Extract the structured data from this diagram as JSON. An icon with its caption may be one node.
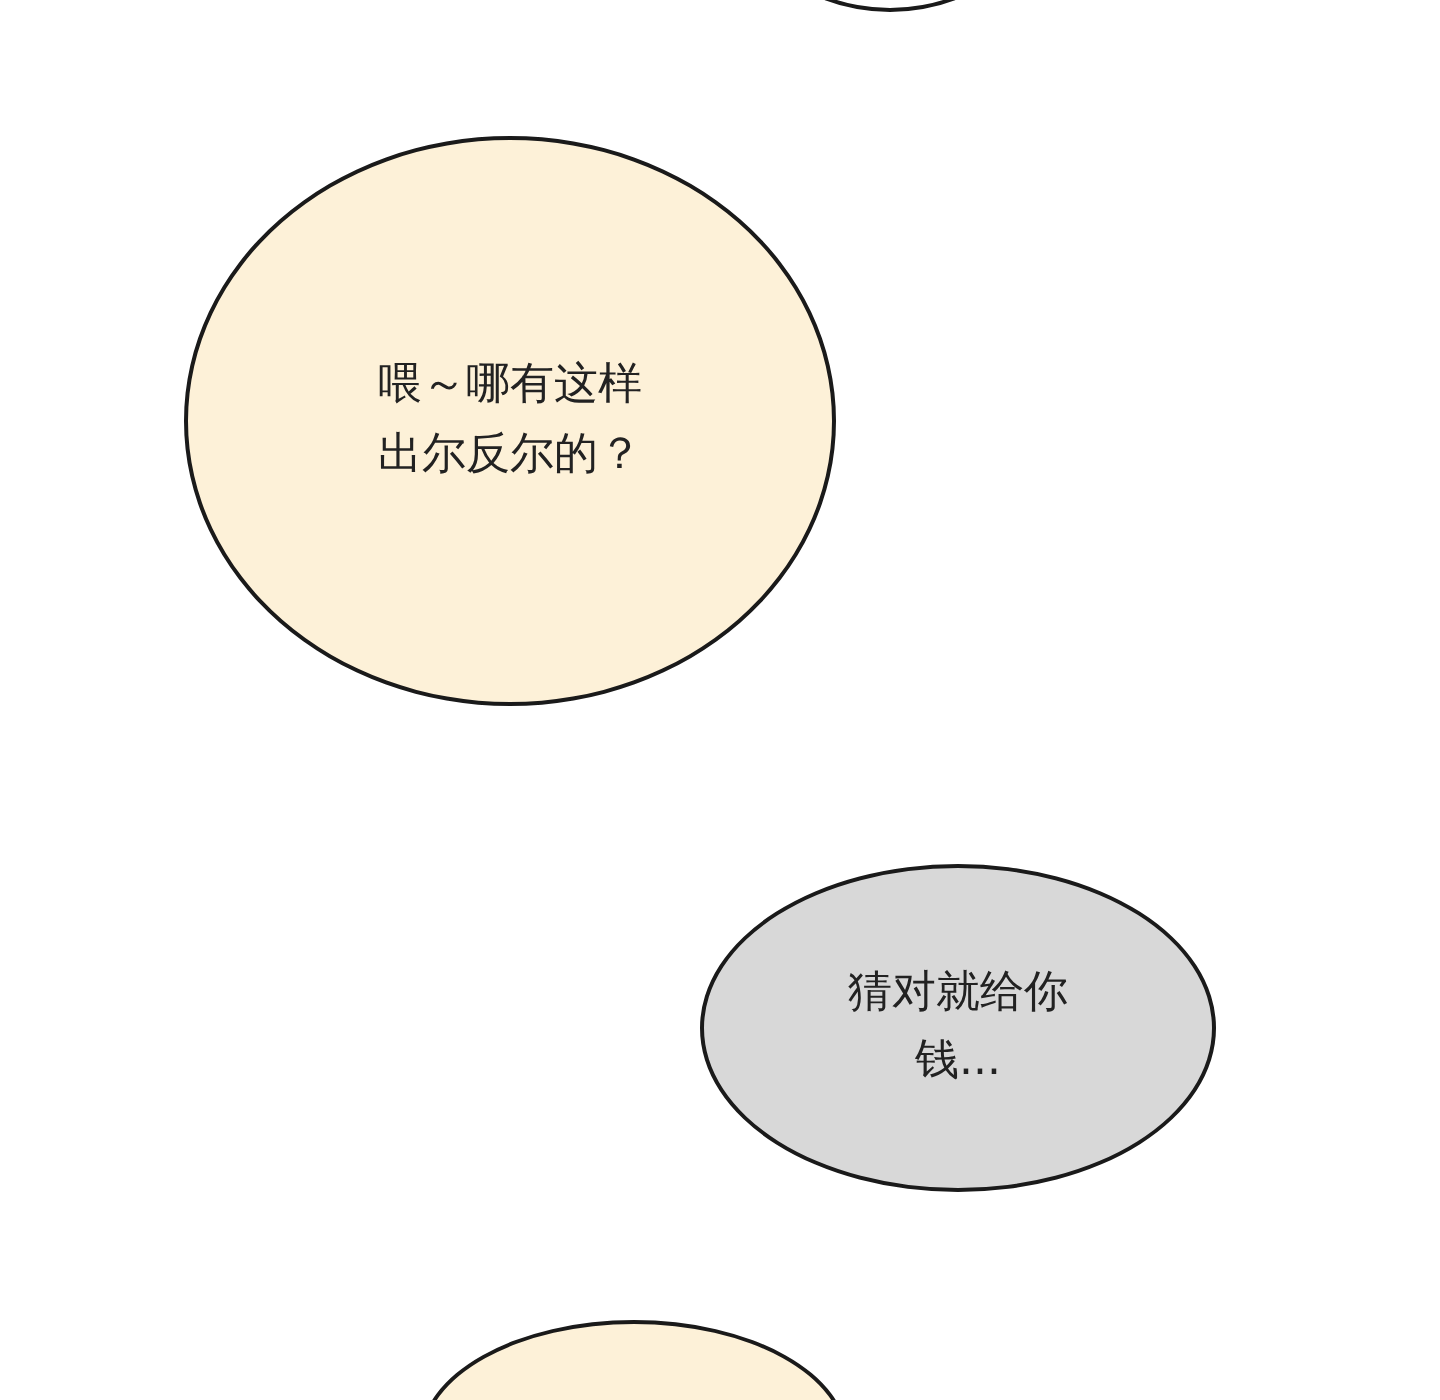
{
  "diagram": {
    "nodes": [
      {
        "text": [],
        "shape": "circle"
      },
      {
        "text": [
          "喂～哪有这样出尔反尔的？"
        ]
      },
      {
        "text": [
          "猜对就给你钱..."
        ]
      },
      {
        "text": [],
        "shape": "circle"
      }
    ]
  }
}
